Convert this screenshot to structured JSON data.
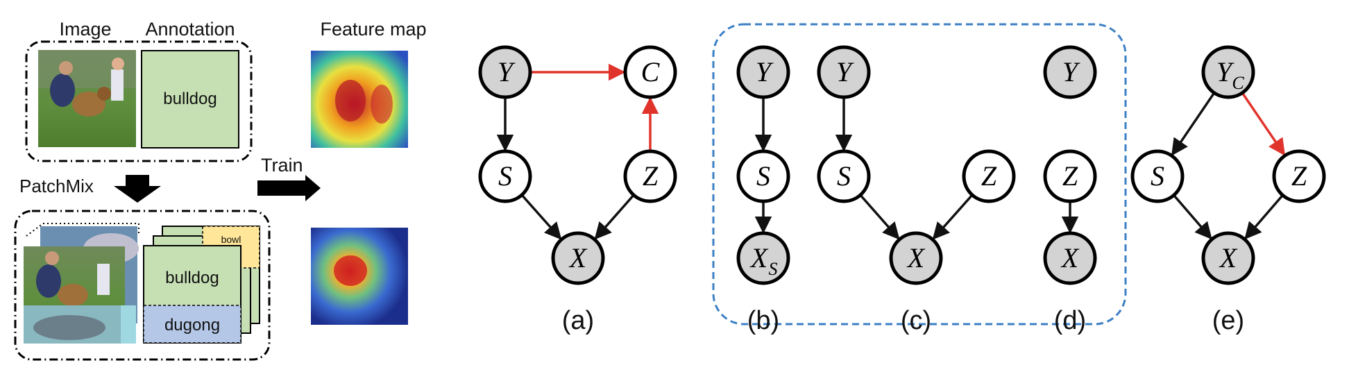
{
  "left_panel": {
    "image_header": "Image",
    "annotation_header": "Annotation",
    "feature_map_header": "Feature map",
    "annotation_label": "bulldog",
    "patchmix_label": "PatchMix",
    "train_label": "Train",
    "mixed_labels": {
      "main": "bulldog",
      "bottom": "dugong",
      "corner": "bowl"
    }
  },
  "graphs": [
    {
      "caption": "(a)",
      "nodes": [
        {
          "id": "Y",
          "label": "Y",
          "shaded": true
        },
        {
          "id": "C",
          "label": "C",
          "shaded": false
        },
        {
          "id": "S",
          "label": "S",
          "shaded": false
        },
        {
          "id": "Z",
          "label": "Z",
          "shaded": false
        },
        {
          "id": "X",
          "label": "X",
          "shaded": true
        }
      ],
      "edges": [
        {
          "from": "Y",
          "to": "C",
          "color": "red"
        },
        {
          "from": "Y",
          "to": "S",
          "color": "black"
        },
        {
          "from": "Z",
          "to": "C",
          "color": "red"
        },
        {
          "from": "S",
          "to": "X",
          "color": "black"
        },
        {
          "from": "Z",
          "to": "X",
          "color": "black"
        }
      ]
    },
    {
      "caption": "(b)",
      "nodes": [
        {
          "id": "Y",
          "label": "Y",
          "shaded": true
        },
        {
          "id": "S",
          "label": "S",
          "shaded": false
        },
        {
          "id": "XS",
          "label": "X",
          "sub": "S",
          "shaded": true
        }
      ],
      "edges": [
        {
          "from": "Y",
          "to": "S",
          "color": "black"
        },
        {
          "from": "S",
          "to": "XS",
          "color": "black"
        }
      ]
    },
    {
      "caption": "(c)",
      "nodes": [
        {
          "id": "Y",
          "label": "Y",
          "shaded": true
        },
        {
          "id": "S",
          "label": "S",
          "shaded": false
        },
        {
          "id": "Z",
          "label": "Z",
          "shaded": false
        },
        {
          "id": "X",
          "label": "X",
          "shaded": true
        }
      ],
      "edges": [
        {
          "from": "Y",
          "to": "S",
          "color": "black"
        },
        {
          "from": "S",
          "to": "X",
          "color": "black"
        },
        {
          "from": "Z",
          "to": "X",
          "color": "black"
        }
      ]
    },
    {
      "caption": "(d)",
      "nodes": [
        {
          "id": "Y",
          "label": "Y",
          "shaded": true
        },
        {
          "id": "Z",
          "label": "Z",
          "shaded": false
        },
        {
          "id": "X",
          "label": "X",
          "shaded": true
        }
      ],
      "edges": [
        {
          "from": "Z",
          "to": "X",
          "color": "black"
        }
      ]
    },
    {
      "caption": "(e)",
      "nodes": [
        {
          "id": "YC",
          "label": "Y",
          "sub": "C",
          "shaded": true
        },
        {
          "id": "S",
          "label": "S",
          "shaded": false
        },
        {
          "id": "Z",
          "label": "Z",
          "shaded": false
        },
        {
          "id": "X",
          "label": "X",
          "shaded": true
        }
      ],
      "edges": [
        {
          "from": "YC",
          "to": "S",
          "color": "black"
        },
        {
          "from": "YC",
          "to": "Z",
          "color": "red"
        },
        {
          "from": "S",
          "to": "X",
          "color": "black"
        },
        {
          "from": "Z",
          "to": "X",
          "color": "black"
        }
      ]
    }
  ],
  "colors": {
    "node_shaded": "#d3d3d3",
    "node_plain": "#ffffff",
    "edge_black": "#111111",
    "edge_red": "#e0332b",
    "group_box": "#3b7fc4",
    "annotation_green": "#c6e0b4",
    "dugong_blue": "#b4c7e7",
    "bowl_yellow": "#ffe699"
  }
}
